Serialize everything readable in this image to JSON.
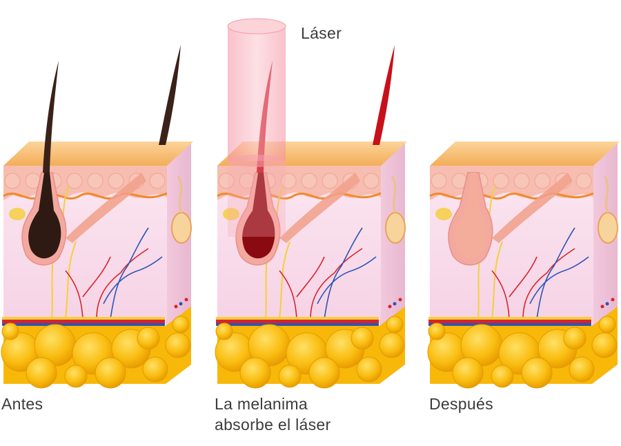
{
  "labels": {
    "laser": "Láser",
    "before": "Antes",
    "melanin_line1": "La melanima",
    "melanin_line2": "absorbe el láser",
    "after": "Después"
  },
  "panels": [
    {
      "id": "before",
      "hair_color": "#3a2218",
      "bulb_color": "#2e1a12",
      "hair_visible": true
    },
    {
      "id": "laser",
      "hair_color": "#c8101a",
      "bulb_color": "#8a0a12",
      "hair_visible": true
    },
    {
      "id": "after",
      "hair_color": "#f0a898",
      "bulb_color": "#f3ad9a",
      "hair_visible": false
    }
  ],
  "colors": {
    "skin_top": "#f7c27a",
    "epidermis": "#f5b8a8",
    "dermis": "#fbe3f0",
    "fat": "#f7b400",
    "artery": "#d8232a",
    "vein": "#2b55b5",
    "nerve": "#f2d13a",
    "laser_beam": "#f7a8b4"
  }
}
